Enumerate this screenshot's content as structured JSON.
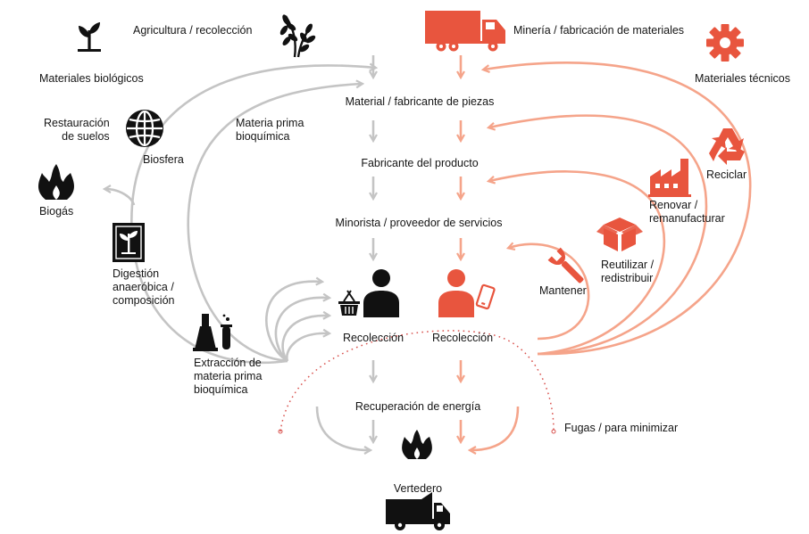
{
  "colors": {
    "grey_arrow": "#c4c4c4",
    "orange_arrow": "#f5a48a",
    "orange_icon": "#e8553e",
    "black_icon": "#111111",
    "dotted": "#d9534f"
  },
  "labels": {
    "agricultura": "Agricultura / recolección",
    "materiales_biologicos": "Materiales biológicos",
    "restauracion": "Restauración\nde suelos",
    "biosfera": "Biosfera",
    "materia_prima": "Materia prima\nbioquímica",
    "biogas": "Biogás",
    "digestion": "Digestión\nanaeróbica /\ncomposición",
    "extraccion": "Extracción de\nmateria prima\nbioquímica",
    "mineria": "Minería / fabricación de materiales",
    "materiales_tecnicos": "Materiales técnicos",
    "fabricante_piezas": "Material / fabricante de piezas",
    "fabricante_producto": "Fabricante del producto",
    "minorista": "Minorista / proveedor de servicios",
    "reciclar": "Reciclar",
    "renovar": "Renovar /\nremanufacturar",
    "reutilizar": "Reutilizar /\nredistribuir",
    "mantener": "Mantener",
    "recoleccion_bio": "Recolección",
    "recoleccion_tec": "Recolección",
    "recuperacion": "Recuperación de energía",
    "fugas": "Fugas / para minimizar",
    "vertedero": "Vertedero"
  },
  "icons": {
    "sprout": "sprout-icon",
    "wheat": "wheat-icon",
    "globe": "globe-icon",
    "flame_bio": "flame-icon",
    "digester": "digester-icon",
    "flask": "flask-icon",
    "truck": "truck-icon",
    "gear": "gear-icon",
    "recycle": "recycle-icon",
    "factory": "factory-icon",
    "box": "box-icon",
    "wrench": "wrench-icon",
    "basket": "basket-icon",
    "person_bio": "person-icon",
    "person_tec": "person-icon",
    "phone": "phone-icon",
    "flame_center": "flame-icon",
    "dump_truck": "dump-truck-icon"
  }
}
